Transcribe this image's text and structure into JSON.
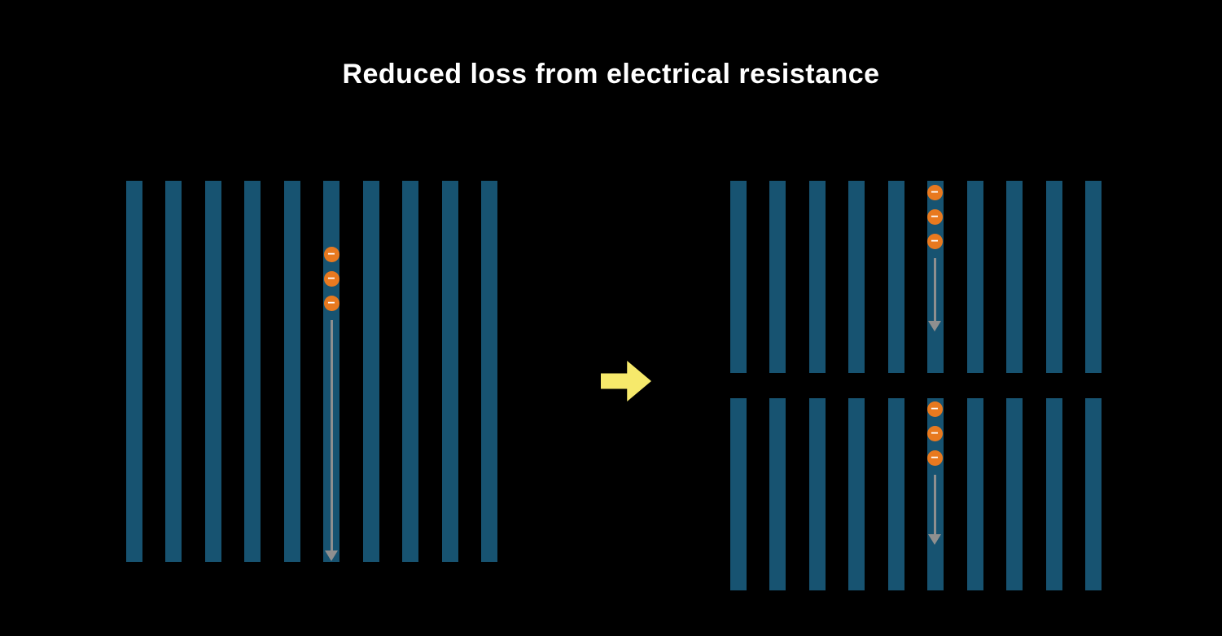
{
  "title": "Reduced loss from electrical resistance",
  "colors": {
    "background": "#000000",
    "bar": "#175371",
    "electron_fill": "#e8791f",
    "electron_symbol_color": "#ffffff",
    "flow_arrow": "#8f8f8f",
    "transition_arrow": "#f6e96b"
  },
  "glyphs": {
    "electron_symbol": "−"
  },
  "left_panel": {
    "bar_count": 10,
    "electron_count": 3
  },
  "right_panel": {
    "top_group": {
      "bar_count": 10,
      "electron_count": 3
    },
    "bottom_group": {
      "bar_count": 10,
      "electron_count": 3
    }
  }
}
